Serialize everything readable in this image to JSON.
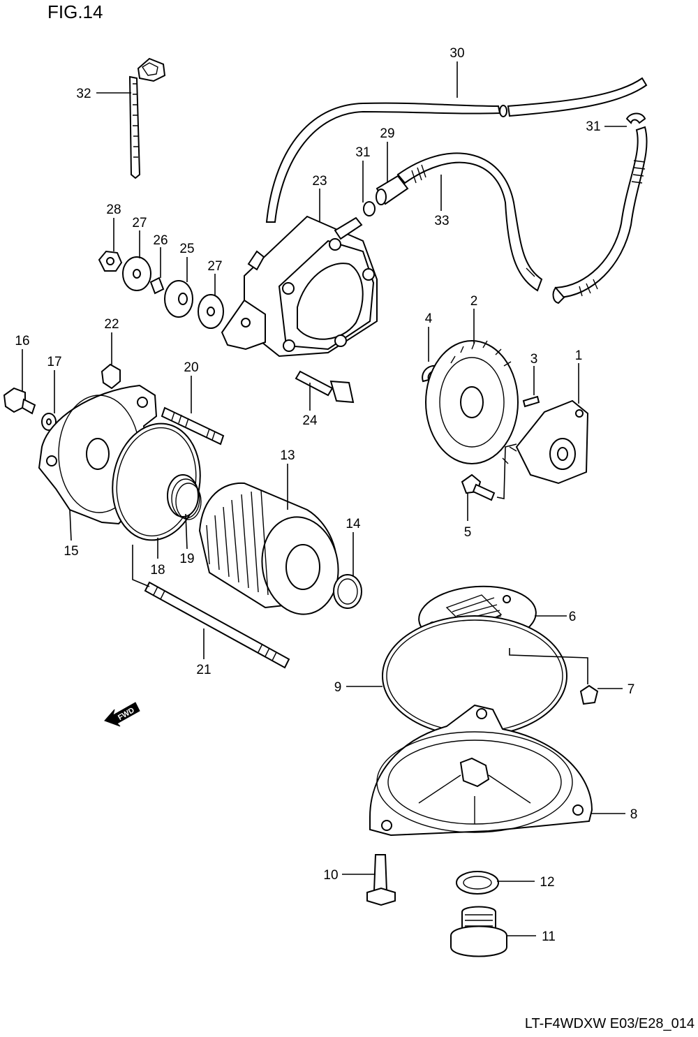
{
  "figure": {
    "title": "FIG.14",
    "code": "LT-F4WDXW E03/E28_014"
  },
  "fwd_arrow": {
    "label": "FWD"
  },
  "callouts": [
    {
      "id": "c1",
      "number": "1"
    },
    {
      "id": "c2",
      "number": "2"
    },
    {
      "id": "c3",
      "number": "3"
    },
    {
      "id": "c4",
      "number": "4"
    },
    {
      "id": "c5",
      "number": "5"
    },
    {
      "id": "c6",
      "number": "6"
    },
    {
      "id": "c7",
      "number": "7"
    },
    {
      "id": "c8",
      "number": "8"
    },
    {
      "id": "c9",
      "number": "9"
    },
    {
      "id": "c10",
      "number": "10"
    },
    {
      "id": "c11",
      "number": "11"
    },
    {
      "id": "c12",
      "number": "12"
    },
    {
      "id": "c13",
      "number": "13"
    },
    {
      "id": "c14",
      "number": "14"
    },
    {
      "id": "c15",
      "number": "15"
    },
    {
      "id": "c16",
      "number": "16"
    },
    {
      "id": "c17",
      "number": "17"
    },
    {
      "id": "c18",
      "number": "18"
    },
    {
      "id": "c19",
      "number": "19"
    },
    {
      "id": "c20",
      "number": "20"
    },
    {
      "id": "c21",
      "number": "21"
    },
    {
      "id": "c22",
      "number": "22"
    },
    {
      "id": "c23",
      "number": "23"
    },
    {
      "id": "c24",
      "number": "24"
    },
    {
      "id": "c25",
      "number": "25"
    },
    {
      "id": "c26",
      "number": "26"
    },
    {
      "id": "c27a",
      "number": "27"
    },
    {
      "id": "c27b",
      "number": "27"
    },
    {
      "id": "c28",
      "number": "28"
    },
    {
      "id": "c29",
      "number": "29"
    },
    {
      "id": "c30",
      "number": "30"
    },
    {
      "id": "c31a",
      "number": "31"
    },
    {
      "id": "c31b",
      "number": "31"
    },
    {
      "id": "c32",
      "number": "32"
    },
    {
      "id": "c33",
      "number": "33"
    }
  ]
}
